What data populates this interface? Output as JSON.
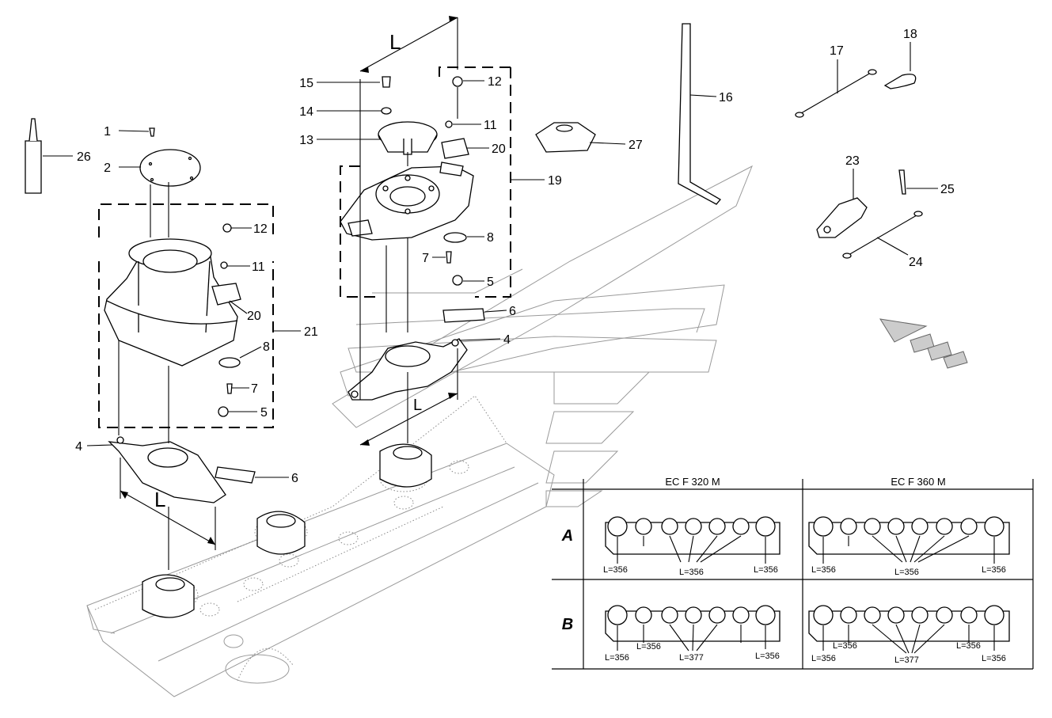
{
  "callouts": [
    {
      "id": "c1",
      "text": "1"
    },
    {
      "id": "c2",
      "text": "2"
    },
    {
      "id": "c26",
      "text": "26"
    },
    {
      "id": "c12a",
      "text": "12"
    },
    {
      "id": "c11a",
      "text": "11"
    },
    {
      "id": "c20a",
      "text": "20"
    },
    {
      "id": "c21",
      "text": "21"
    },
    {
      "id": "c8a",
      "text": "8"
    },
    {
      "id": "c7a",
      "text": "7"
    },
    {
      "id": "c5a",
      "text": "5"
    },
    {
      "id": "c4a",
      "text": "4"
    },
    {
      "id": "c6a",
      "text": "6"
    },
    {
      "id": "c15",
      "text": "15"
    },
    {
      "id": "c14",
      "text": "14"
    },
    {
      "id": "c13",
      "text": "13"
    },
    {
      "id": "c12b",
      "text": "12"
    },
    {
      "id": "c11b",
      "text": "11"
    },
    {
      "id": "c20b",
      "text": "20"
    },
    {
      "id": "c19",
      "text": "19"
    },
    {
      "id": "c8b",
      "text": "8"
    },
    {
      "id": "c7b",
      "text": "7"
    },
    {
      "id": "c5b",
      "text": "5"
    },
    {
      "id": "c6b",
      "text": "6"
    },
    {
      "id": "c4b",
      "text": "4"
    },
    {
      "id": "c27",
      "text": "27"
    },
    {
      "id": "c16",
      "text": "16"
    },
    {
      "id": "c17",
      "text": "17"
    },
    {
      "id": "c18",
      "text": "18"
    },
    {
      "id": "c23",
      "text": "23"
    },
    {
      "id": "c25",
      "text": "25"
    },
    {
      "id": "c24",
      "text": "24"
    }
  ],
  "dimension_letter": "L",
  "table": {
    "headers": [
      "EC F 320 M",
      "EC F 360 M"
    ],
    "rows": [
      {
        "label": "A",
        "cells": [
          [
            "L=356",
            "L=356",
            "L=356"
          ],
          [
            "L=356",
            "L=356",
            "L=356"
          ]
        ]
      },
      {
        "label": "B",
        "cells": [
          [
            "L=356",
            "L=356",
            "L=377",
            "L=356"
          ],
          [
            "L=356",
            "L=356",
            "L=377",
            "L=356",
            "L=356"
          ]
        ]
      }
    ]
  }
}
